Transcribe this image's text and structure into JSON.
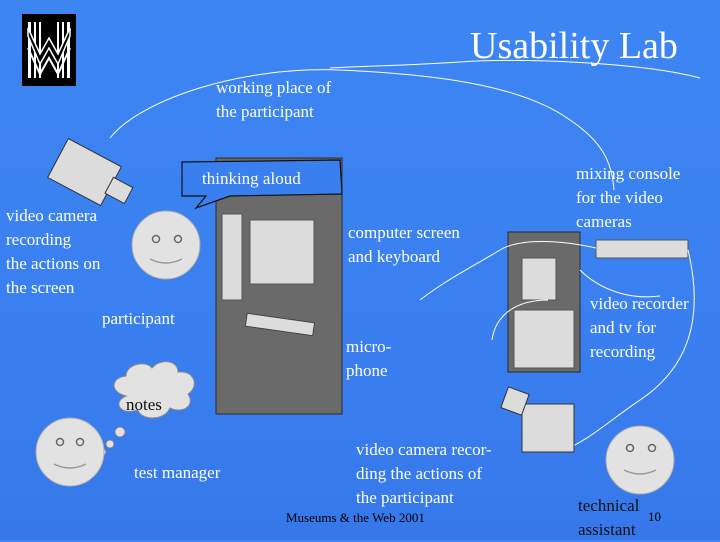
{
  "slide": {
    "title": "Usability Lab",
    "footer": "Museums & the Web 2001",
    "page_number": "10"
  },
  "labels": {
    "working_place": [
      "working place of",
      "the participant"
    ],
    "thinking_aloud": "thinking aloud",
    "video_camera_screen": [
      "video camera",
      "recording",
      "the actions on",
      "the screen"
    ],
    "computer_screen": [
      "computer screen",
      "and keyboard"
    ],
    "participant": "participant",
    "microphone": [
      "micro-",
      "phone"
    ],
    "mixing_console": [
      "mixing console",
      "for the video",
      "cameras"
    ],
    "video_recorder": [
      "video recorder",
      "and tv for",
      "recording"
    ],
    "notes": "notes",
    "test_manager": "test manager",
    "video_camera_participant": [
      "video camera recor-",
      "ding the actions of",
      "the participant"
    ],
    "technical_assistant": [
      "technical",
      "assistant"
    ]
  },
  "colors": {
    "background": "#3a7ff0",
    "panel": "#6a6a6a",
    "device": "#dcdcdc",
    "face": "#e2e2e2",
    "cable": "#ffffff"
  },
  "icons": [
    "logo-icon",
    "video-camera-icon",
    "face-icon",
    "thought-bubble-icon",
    "speech-bubble-icon"
  ]
}
